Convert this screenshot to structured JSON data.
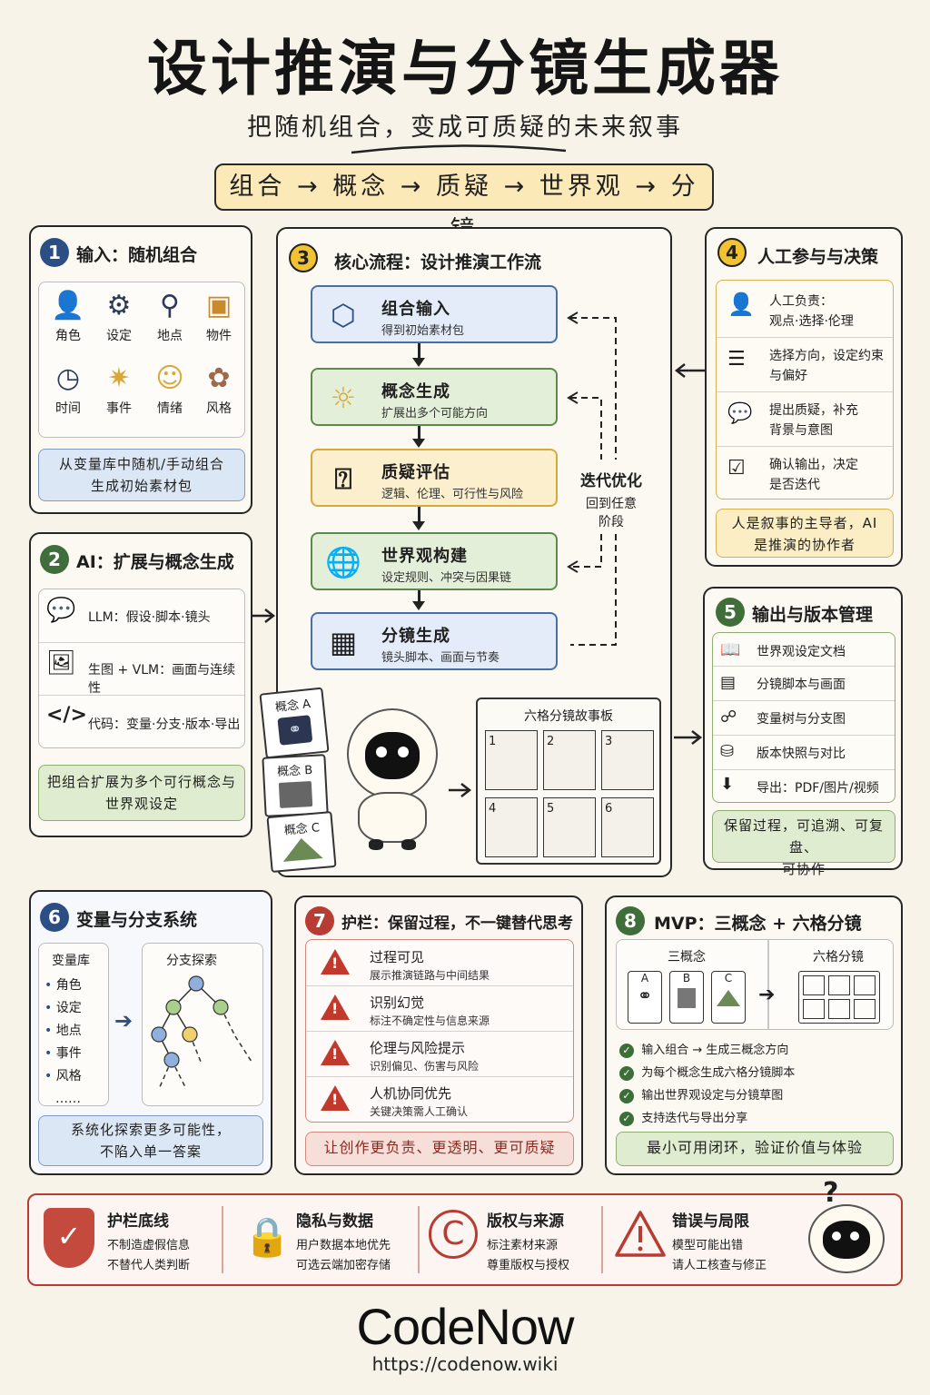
{
  "header": {
    "title": "设计推演与分镜生成器",
    "subtitle": "把随机组合，变成可质疑的未来叙事",
    "flow": "组合 → 概念 → 质疑 → 世界观 → 分镜"
  },
  "p1": {
    "num": "1",
    "title": "输入：随机组合",
    "items": [
      "角色",
      "设定",
      "地点",
      "物件",
      "时间",
      "事件",
      "情绪",
      "风格"
    ],
    "note": "从变量库中随机/手动组合\n生成初始素材包"
  },
  "p2": {
    "num": "2",
    "title": "AI：扩展与概念生成",
    "rows": [
      "LLM：假设·脚本·镜头",
      "生图 + VLM：画面与连续性",
      "代码：变量·分支·版本·导出"
    ],
    "note": "把组合扩展为多个可行概念与\n世界观设定"
  },
  "p3": {
    "num": "3",
    "title": "核心流程：设计推演工作流",
    "steps": [
      {
        "title": "组合输入",
        "desc": "得到初始素材包"
      },
      {
        "title": "概念生成",
        "desc": "扩展出多个可能方向"
      },
      {
        "title": "质疑评估",
        "desc": "逻辑、伦理、可行性与风险"
      },
      {
        "title": "世界观构建",
        "desc": "设定规则、冲突与因果链"
      },
      {
        "title": "分镜生成",
        "desc": "镜头脚本、画面与节奏"
      }
    ],
    "loop_title": "迭代优化",
    "loop_desc1": "回到任意",
    "loop_desc2": "阶段",
    "concepts": [
      "概念 A",
      "概念 B",
      "概念 C"
    ],
    "board_title": "六格分镜故事板",
    "frames": [
      "1",
      "2",
      "3",
      "4",
      "5",
      "6"
    ]
  },
  "p4": {
    "num": "4",
    "title": "人工参与与决策",
    "rows": [
      {
        "l1": "人工负责：",
        "l2": "观点·选择·伦理"
      },
      {
        "l1": "选择方向，设定约束",
        "l2": "与偏好"
      },
      {
        "l1": "提出质疑，补充",
        "l2": "背景与意图"
      },
      {
        "l1": "确认输出，决定",
        "l2": "是否迭代"
      }
    ],
    "note": "人是叙事的主导者，AI\n是推演的协作者"
  },
  "p5": {
    "num": "5",
    "title": "输出与版本管理",
    "rows": [
      "世界观设定文档",
      "分镜脚本与画面",
      "变量树与分支图",
      "版本快照与对比",
      "导出：PDF/图片/视频"
    ],
    "note": "保留过程，可追溯、可复盘、\n可协作"
  },
  "p6": {
    "num": "6",
    "title": "变量与分支系统",
    "lib_title": "变量库",
    "lib_items": [
      "角色",
      "设定",
      "地点",
      "事件",
      "风格",
      "……"
    ],
    "branch_title": "分支探索",
    "note": "系统化探索更多可能性，\n不陷入单一答案"
  },
  "p7": {
    "num": "7",
    "title": "护栏：保留过程，不一键替代思考",
    "rows": [
      {
        "t": "过程可见",
        "d": "展示推演链路与中间结果"
      },
      {
        "t": "识别幻觉",
        "d": "标注不确定性与信息来源"
      },
      {
        "t": "伦理与风险提示",
        "d": "识别偏见、伤害与风险"
      },
      {
        "t": "人机协同优先",
        "d": "关键决策需人工确认"
      }
    ],
    "note": "让创作更负责、更透明、更可质疑"
  },
  "p8": {
    "num": "8",
    "title": "MVP：三概念 + 六格分镜",
    "left_title": "三概念",
    "letters": [
      "A",
      "B",
      "C"
    ],
    "right_title": "六格分镜",
    "checks": [
      "输入组合 → 生成三概念方向",
      "为每个概念生成六格分镜脚本",
      "输出世界观设定与分镜草图",
      "支持迭代与导出分享"
    ],
    "note": "最小可用闭环，验证价值与体验"
  },
  "bottom": [
    {
      "t": "护栏底线",
      "l1": "不制造虚假信息",
      "l2": "不替代人类判断"
    },
    {
      "t": "隐私与数据",
      "l1": "用户数据本地优先",
      "l2": "可选云端加密存储"
    },
    {
      "t": "版权与来源",
      "l1": "标注素材来源",
      "l2": "尊重版权与授权"
    },
    {
      "t": "错误与局限",
      "l1": "模型可能出错",
      "l2": "请人工核查与修正"
    }
  ],
  "footer": {
    "brand": "CodeNow",
    "url": "https://codenow.wiki"
  },
  "colors": {
    "background": "#f7f3e8",
    "blue": "#2b4f84",
    "green": "#3f6e3a",
    "yellow": "#f1c232",
    "red": "#b83c33"
  }
}
